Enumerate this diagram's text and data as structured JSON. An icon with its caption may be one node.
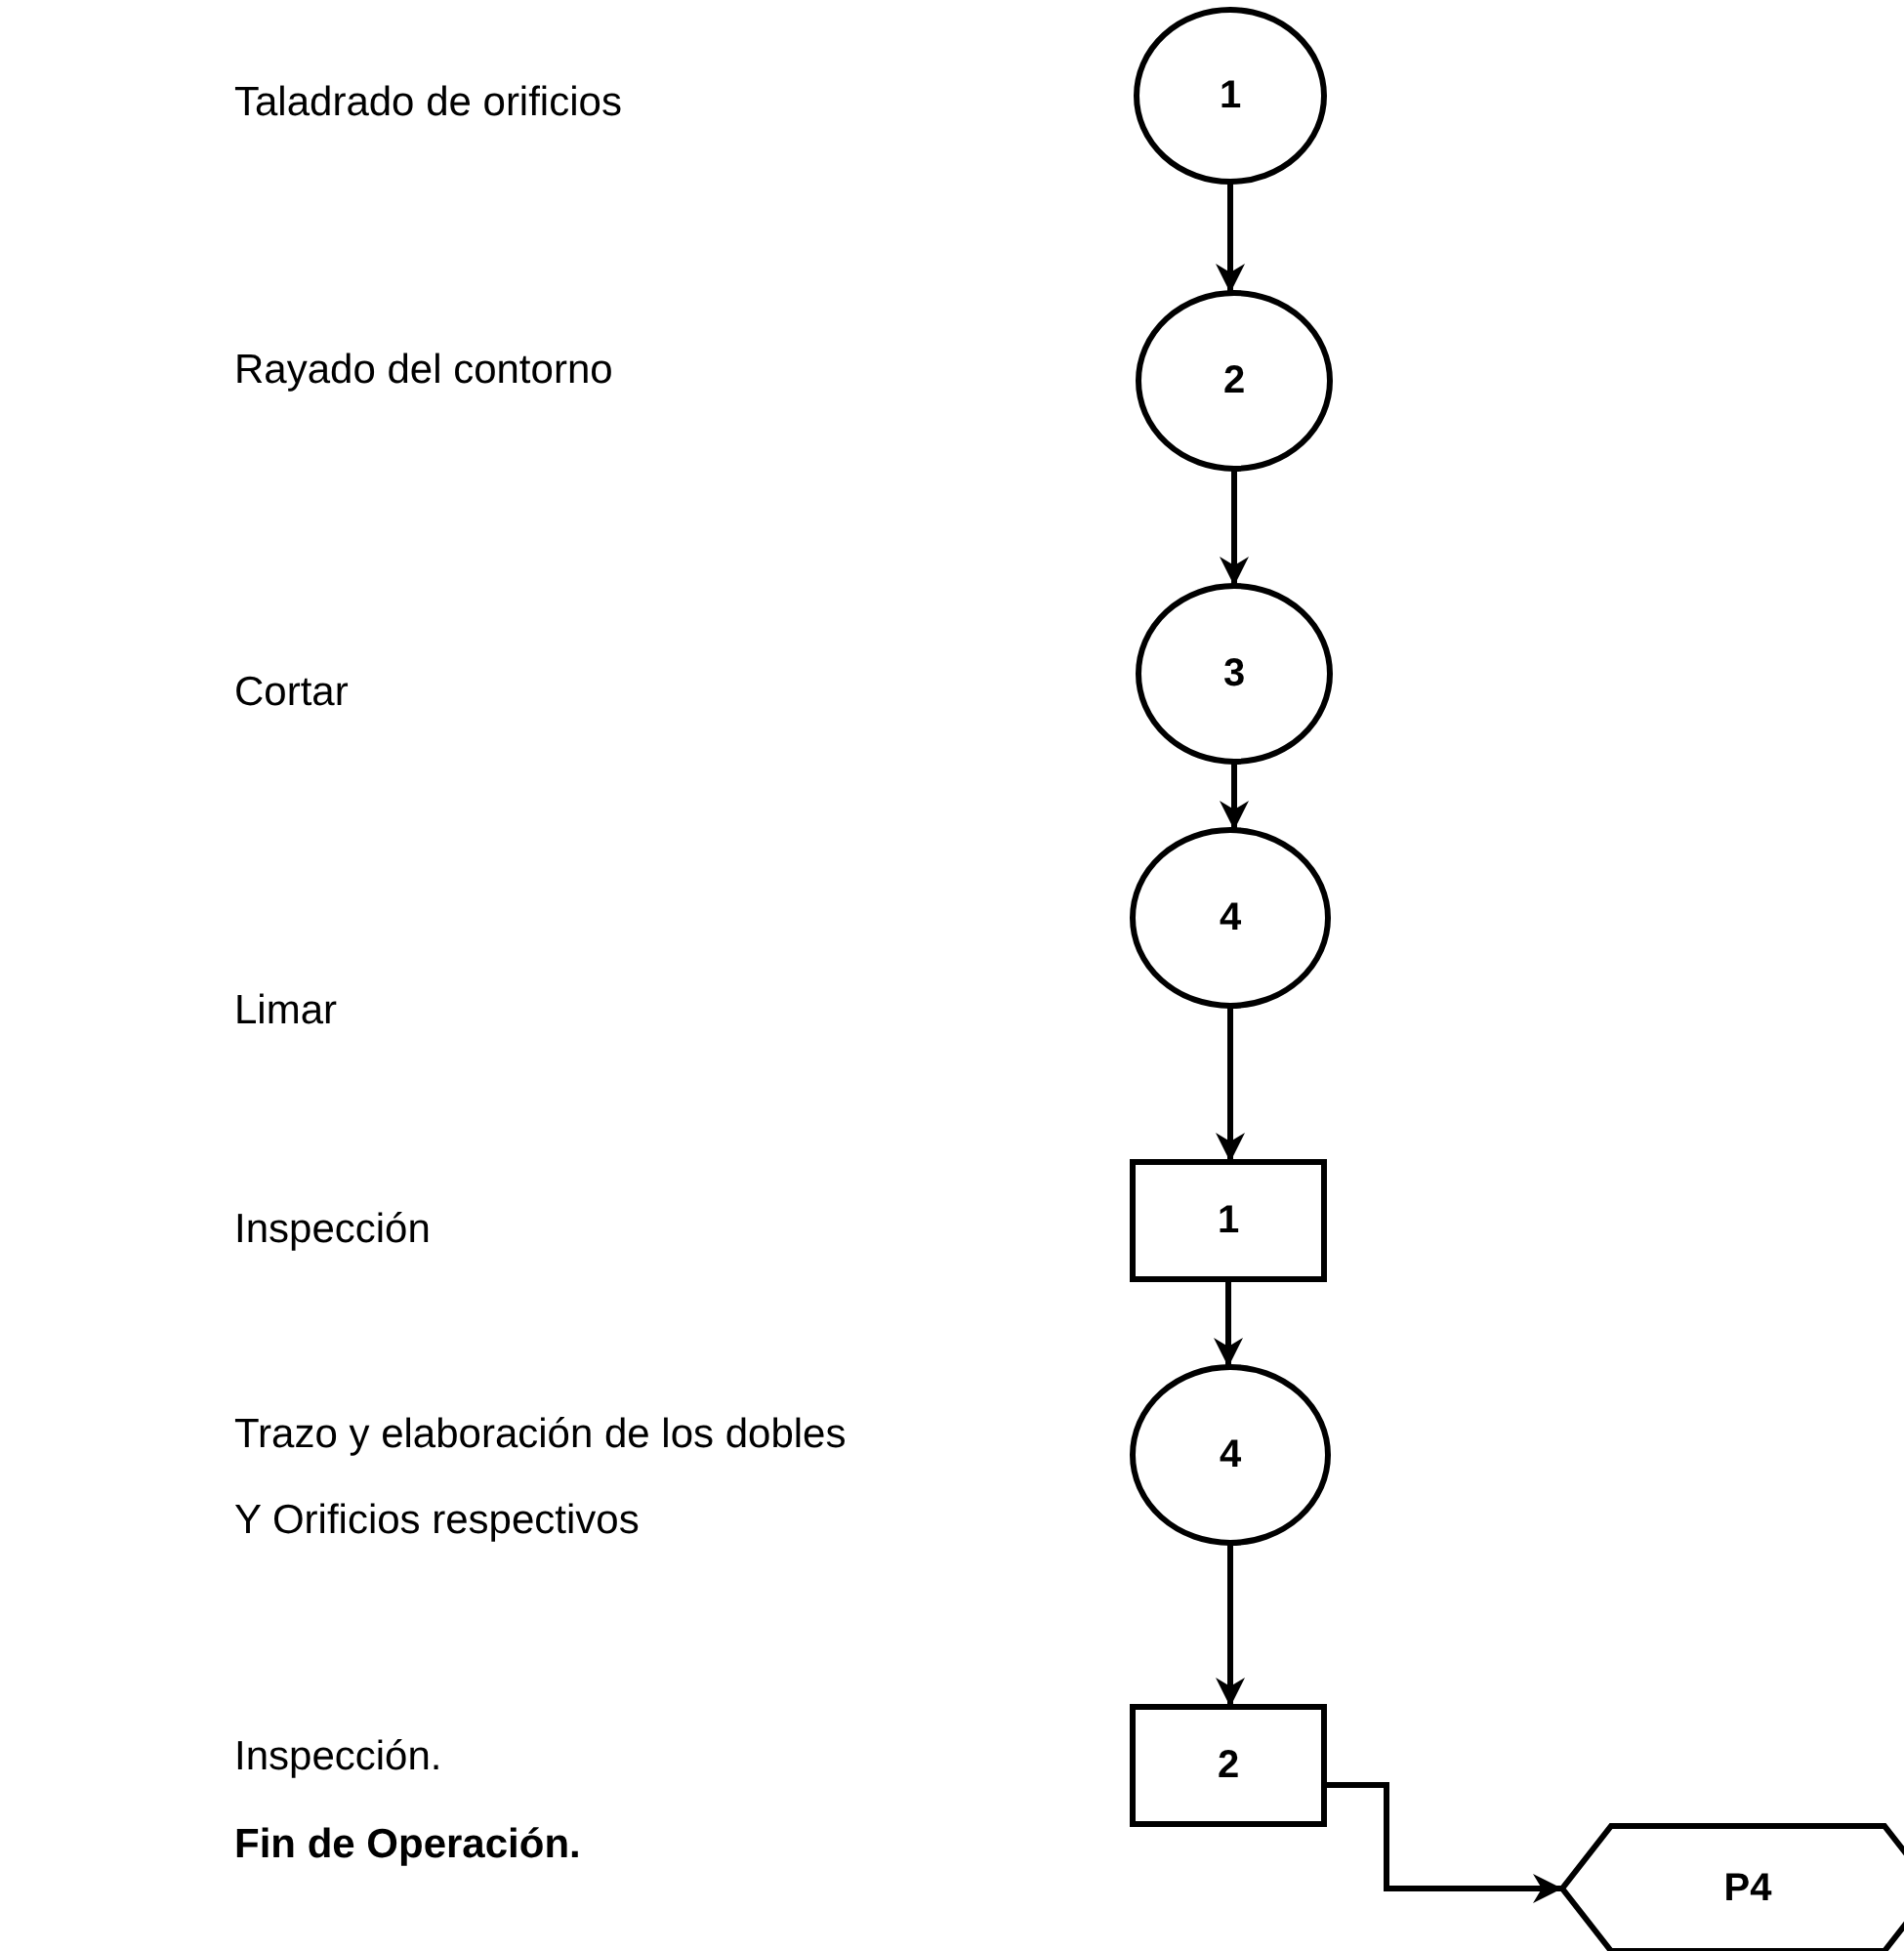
{
  "diagram": {
    "nodes": [
      {
        "text": [
          "1"
        ]
      },
      {
        "text": [
          "2"
        ]
      },
      {
        "text": [
          "3"
        ]
      },
      {
        "text": [
          "4"
        ]
      },
      {
        "text": [
          "1"
        ]
      },
      {
        "text": [
          "4"
        ]
      },
      {
        "text": [
          "2"
        ]
      },
      {
        "text": [
          "P4"
        ]
      }
    ],
    "edges": [
      {
        "from": 0,
        "to": 1,
        "arrow": "to"
      },
      {
        "from": 1,
        "to": 2,
        "arrow": "to"
      },
      {
        "from": 2,
        "to": 3,
        "arrow": "to"
      },
      {
        "from": 3,
        "to": 4,
        "arrow": "to"
      },
      {
        "from": 4,
        "to": 5,
        "arrow": "to"
      },
      {
        "from": 5,
        "to": 6,
        "arrow": "to"
      },
      {
        "from": 6,
        "to": 7,
        "arrow": "to"
      }
    ],
    "labels": [
      "Taladrado de orificios",
      "Rayado del contorno",
      "Cortar",
      "Limar",
      "Inspección",
      "Trazo y elaboración de los dobles Y Orificios respectivos",
      "Inspección.",
      "Fin de Operación."
    ]
  }
}
